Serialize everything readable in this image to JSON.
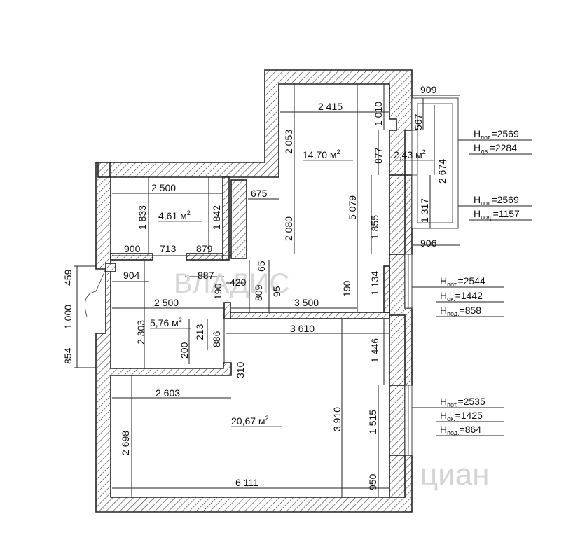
{
  "rooms": {
    "room_1_area": "14,70 м",
    "room_2_area": "4,61 м",
    "balcony_area": "2,43 м",
    "hall_area": "5,76 м",
    "room_3_area": "20,67 м",
    "area_exponent": "2"
  },
  "dimensions": {
    "d_909": "909",
    "d_2415": "2 415",
    "d_1010": "1 010",
    "d_567": "567",
    "d_2053": "2 053",
    "d_877": "877",
    "d_2674": "2 674",
    "d_2500_top": "2 500",
    "d_675": "675",
    "d_1833": "1 833",
    "d_1842": "1 842",
    "d_2080": "2 080",
    "d_5079": "5 079",
    "d_1855": "1 855",
    "d_1317": "1 317",
    "d_906": "906",
    "d_900": "900",
    "d_713": "713",
    "d_879": "879",
    "d_65": "65",
    "d_459": "459",
    "d_904": "904",
    "d_887": "887",
    "d_420": "420",
    "d_1134": "1 134",
    "d_809": "809",
    "d_95": "95",
    "d_190a": "190",
    "d_190b": "190",
    "d_1000": "1 000",
    "d_2500_mid": "2 500",
    "d_3500": "3 500",
    "d_2303": "2 303",
    "d_213": "213",
    "d_886": "886",
    "d_3610": "3 610",
    "d_200": "200",
    "d_854": "854",
    "d_1446": "1 446",
    "d_310": "310",
    "d_2603": "2 603",
    "d_3910": "3 910",
    "d_1515": "1 515",
    "d_2698": "2 698",
    "d_950": "950",
    "d_6111": "6 111"
  },
  "notes": {
    "n1": {
      "h1_base": "Н",
      "h1_sub": "пот.",
      "h1_val": "=2569",
      "h2_base": "Н",
      "h2_sub": "дв.",
      "h2_val": "=2284"
    },
    "n2": {
      "h1_base": "Н",
      "h1_sub": "пот.",
      "h1_val": "=2569",
      "h2_base": "Н",
      "h2_sub": "под.",
      "h2_val": "=1157"
    },
    "n3": {
      "h1_base": "Н",
      "h1_sub": "пот.",
      "h1_val": "=2544",
      "h2_base": "Н",
      "h2_sub": "ок.",
      "h2_val": "=1442",
      "h3_base": "Н",
      "h3_sub": "под.",
      "h3_val": "=858"
    },
    "n4": {
      "h1_base": "Н",
      "h1_sub": "пот.",
      "h1_val": "=2535",
      "h2_base": "Н",
      "h2_sub": "ок.",
      "h2_val": "=1425",
      "h3_base": "Н",
      "h3_sub": "под.",
      "h3_val": "=864"
    }
  },
  "watermarks": {
    "logo_text": "ВЛАДИС",
    "cian_text": "циан"
  }
}
